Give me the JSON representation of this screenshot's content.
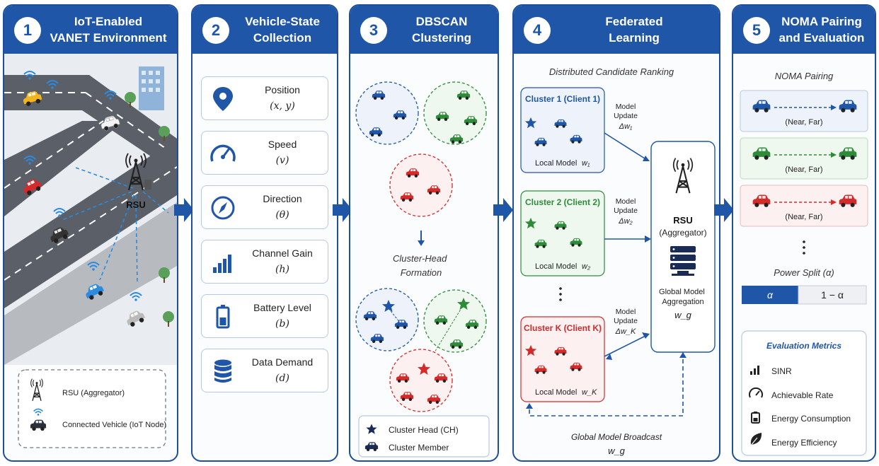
{
  "panels": [
    {
      "num": "1",
      "title": "IoT-Enabled\nVANET Environment"
    },
    {
      "num": "2",
      "title": "Vehicle-State\nCollection"
    },
    {
      "num": "3",
      "title": "DBSCAN\nClustering"
    },
    {
      "num": "4",
      "title": "Federated\nLearning"
    },
    {
      "num": "5",
      "title": "NOMA Pairing\nand Evaluation"
    }
  ],
  "p1": {
    "rsu": "RSU",
    "legend": [
      {
        "icon": "rsu-tower-icon",
        "label": "RSU (Aggregator)"
      },
      {
        "icon": "connected-vehicle-icon",
        "label": "Connected Vehicle (IoT Node)"
      }
    ]
  },
  "p2": {
    "cards": [
      {
        "icon": "location-pin-icon",
        "label": "Position",
        "symbol": "(x, y)"
      },
      {
        "icon": "speedometer-icon",
        "label": "Speed",
        "symbol": "(v)"
      },
      {
        "icon": "compass-icon",
        "label": "Direction",
        "symbol": "(θ)"
      },
      {
        "icon": "signal-bars-icon",
        "label": "Channel Gain",
        "symbol": "(h)"
      },
      {
        "icon": "battery-icon",
        "label": "Battery Level",
        "symbol": "(b)"
      },
      {
        "icon": "database-icon",
        "label": "Data Demand",
        "symbol": "(d)"
      }
    ]
  },
  "p3": {
    "formation": "Cluster-Head\nFormation",
    "legend": [
      {
        "icon": "star-icon",
        "label": "Cluster Head (CH)"
      },
      {
        "icon": "car-icon",
        "label": "Cluster Member"
      }
    ]
  },
  "p4": {
    "subtitle": "Distributed Candidate Ranking",
    "clients": [
      {
        "title": "Cluster 1 (Client 1)",
        "local": "Local Model",
        "w": "w₁",
        "update": "Model\nUpdate",
        "dw": "Δw₁",
        "color": "#1f56a8"
      },
      {
        "title": "Cluster 2 (Client 2)",
        "local": "Local Model",
        "w": "w₂",
        "update": "Model\nUpdate",
        "dw": "Δw₂",
        "color": "#2e8b3a"
      },
      {
        "title": "Cluster K (Client K)",
        "local": "Local Model",
        "w": "w_K",
        "update": "Model\nUpdate",
        "dw": "Δw_K",
        "color": "#d42a2a"
      }
    ],
    "rsu_title": "RSU",
    "rsu_sub": "(Aggregator)",
    "aggregation": "Global Model\nAggregation",
    "wg": "w_g",
    "broadcast": "Global Model Broadcast",
    "broadcast_w": "w_g"
  },
  "p5": {
    "noma_title": "NOMA Pairing",
    "pairs": [
      {
        "label": "(Near, Far)",
        "color": "#1f56a8"
      },
      {
        "label": "(Near, Far)",
        "color": "#2e8b3a"
      },
      {
        "label": "(Near, Far)",
        "color": "#d42a2a"
      }
    ],
    "power_title": "Power Split (α)",
    "alpha": "α",
    "one_minus_alpha": "1 − α",
    "metrics_title": "Evaluation Metrics",
    "metrics": [
      {
        "icon": "signal-bars-icon",
        "label": "SINR"
      },
      {
        "icon": "speedometer-icon",
        "label": "Achievable Rate"
      },
      {
        "icon": "battery-icon",
        "label": "Energy Consumption"
      },
      {
        "icon": "leaf-icon",
        "label": "Energy Efficiency"
      }
    ]
  },
  "colors": {
    "primary": "#1f56a8",
    "green": "#2e8b3a",
    "red": "#d42a2a",
    "yellow": "#f2b51c"
  }
}
